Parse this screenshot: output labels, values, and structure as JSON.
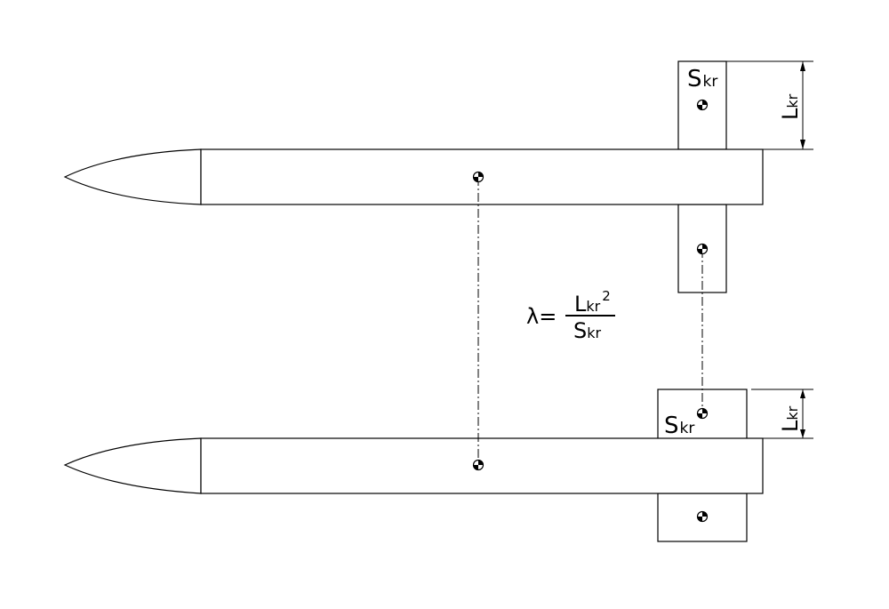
{
  "labels": {
    "top_wing_area": {
      "main": "S",
      "sub": "kr"
    },
    "top_wing_span": {
      "main": "L",
      "sub": "kr"
    },
    "bottom_wing_area": {
      "main": "S",
      "sub": "kr"
    },
    "bottom_wing_span": {
      "main": "L",
      "sub": "kr"
    }
  },
  "formula": {
    "lhs": "λ=",
    "numerator_main": "L",
    "numerator_sub": "kr",
    "numerator_exp": "2",
    "denominator_main": "S",
    "denominator_sub": "kr"
  }
}
